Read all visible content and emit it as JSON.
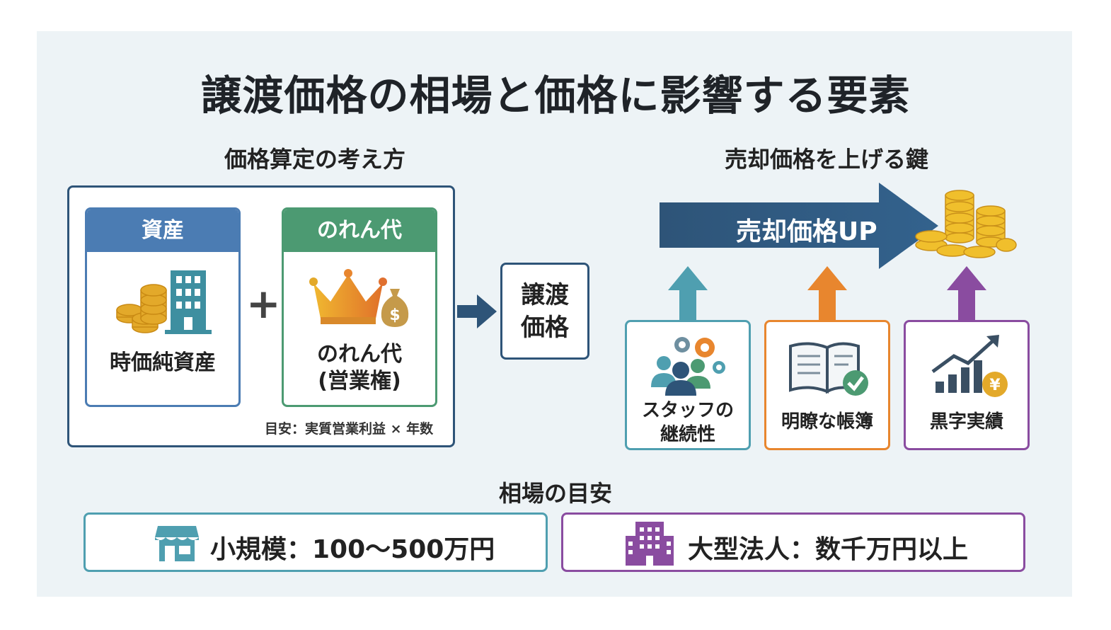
{
  "title": "譲渡価格の相場と価格に影響する要素",
  "left_section": {
    "title": "価格算定の考え方",
    "asset_card": {
      "header": "資産",
      "label": "時価純資産",
      "icons": [
        "coins-icon",
        "building-icon"
      ]
    },
    "plus": "+",
    "goodwill_card": {
      "header": "のれん代",
      "label_line1": "のれん代",
      "label_line2": "(営業権)",
      "icons": [
        "crown-icon",
        "money-bag-icon"
      ]
    },
    "note": "目安：実質営業利益 × 年数",
    "result": {
      "line1": "譲渡",
      "line2": "価格"
    }
  },
  "right_section": {
    "title": "売却価格を上げる鍵",
    "arrow_label": "売却価格UP",
    "keys": [
      {
        "line1": "スタッフの",
        "line2": "継続性",
        "icon": "team-gears-icon",
        "color": "#4f9fb0"
      },
      {
        "line1": "明瞭な帳簿",
        "line2": "",
        "icon": "book-check-icon",
        "color": "#e8862e"
      },
      {
        "line1": "黒字実績",
        "line2": "",
        "icon": "growth-chart-yen-icon",
        "color": "#8a4ca0"
      }
    ]
  },
  "market": {
    "title": "相場の目安",
    "small": {
      "text": "小規模：100〜500万円",
      "icon": "shop-icon"
    },
    "large": {
      "text": "大型法人：数千万円以上",
      "icon": "office-building-icon"
    }
  },
  "colors": {
    "navy": "#2e5478",
    "blue_header": "#4b7cb3",
    "green_header": "#4c9a72",
    "teal": "#4f9fb0",
    "orange": "#e8862e",
    "purple": "#8a4ca0",
    "gold": "#e3a92a"
  }
}
